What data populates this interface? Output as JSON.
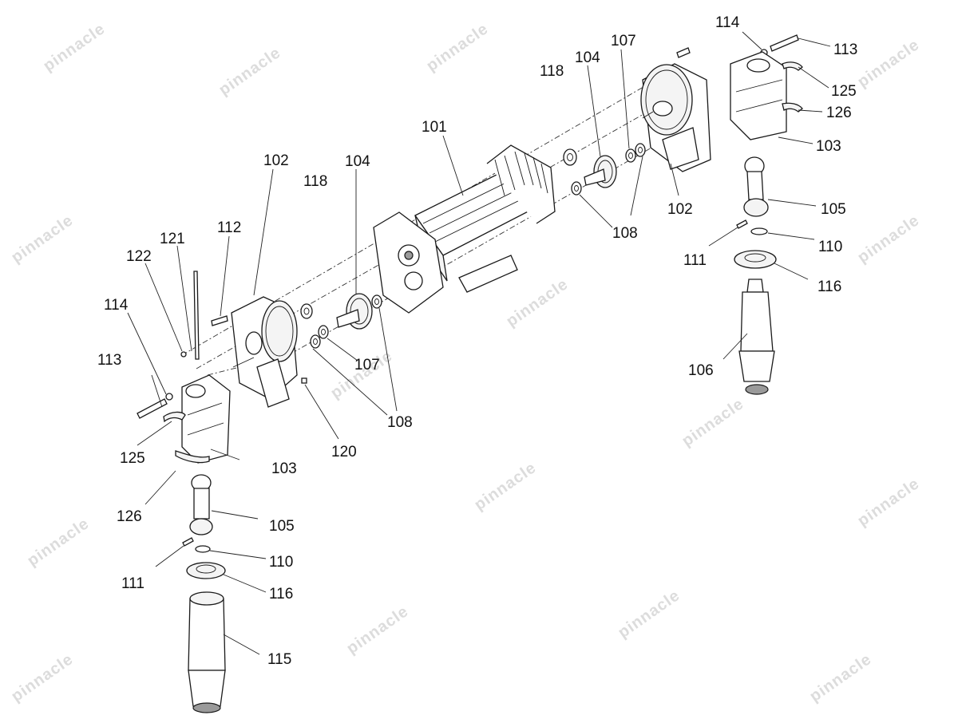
{
  "diagram": {
    "watermark_text": "pinnacle",
    "labels": {
      "l101": "101",
      "l102_left": "102",
      "l102_right": "102",
      "l103_left": "103",
      "l103_right": "103",
      "l104_left": "104",
      "l104_right": "104",
      "l105_left": "105",
      "l105_right": "105",
      "l106": "106",
      "l107_left": "107",
      "l107_right": "107",
      "l108_left": "108",
      "l108_right": "108",
      "l110_left": "110",
      "l110_right": "110",
      "l111_left": "111",
      "l111_right": "111",
      "l112": "112",
      "l113_left": "113",
      "l113_right": "113",
      "l114_left": "114",
      "l114_right": "114",
      "l115": "115",
      "l116_left": "116",
      "l116_right": "116",
      "l118_left": "118",
      "l118_right": "118",
      "l120": "120",
      "l121": "121",
      "l122": "122",
      "l125_left": "125",
      "l125_right": "125",
      "l126_left": "126",
      "l126_right": "126"
    },
    "colors": {
      "line": "#1a1a1a",
      "watermark": "#dcdcdc",
      "background": "#ffffff"
    }
  }
}
